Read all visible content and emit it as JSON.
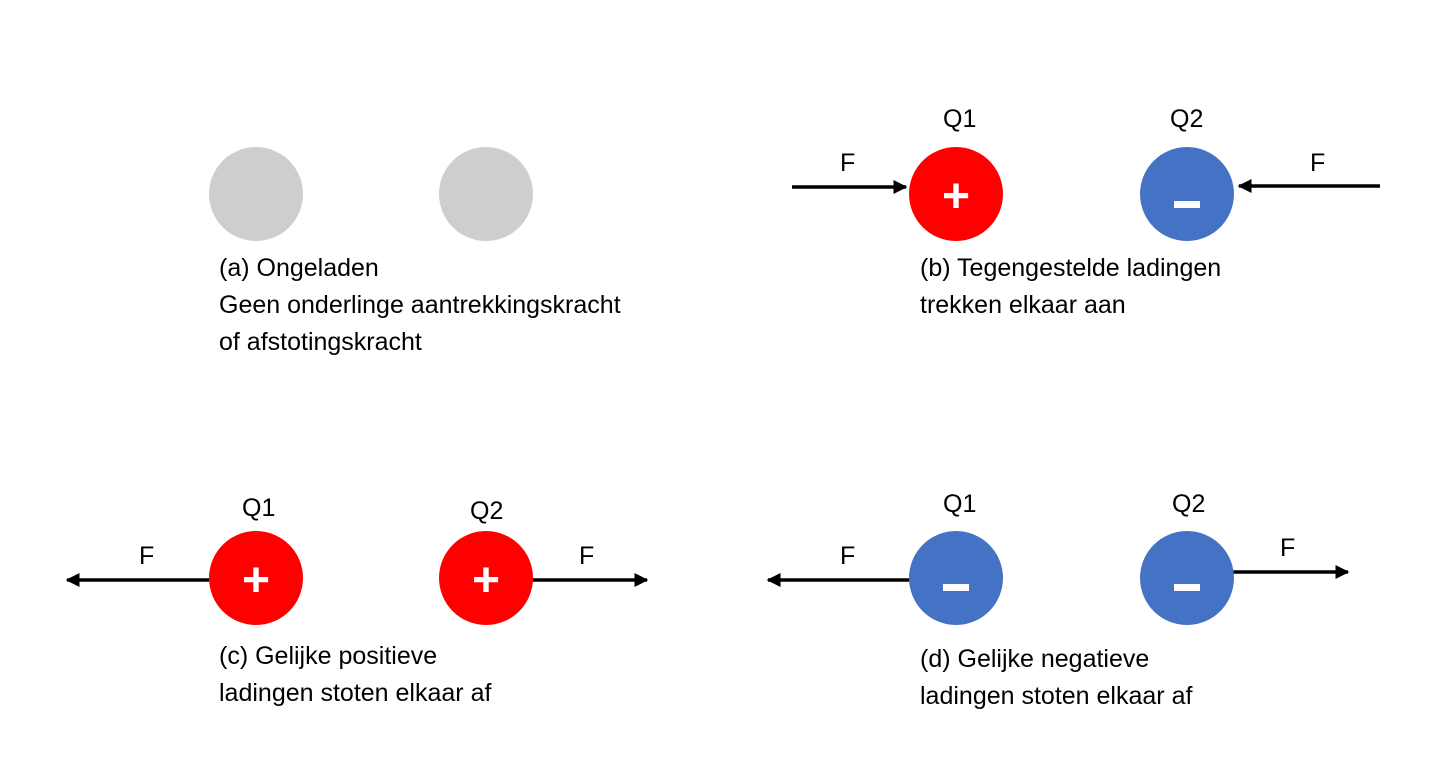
{
  "colors": {
    "neutral": "#cfcdce",
    "positive": "#fe0000",
    "negative": "#4472c4",
    "arrow": "#000000",
    "sign": "#ffffff"
  },
  "panel_a": {
    "caption": [
      "(a)  Ongeladen",
      "Geen onderlinge aantrekkingskracht",
      "of afstotingskracht"
    ]
  },
  "panel_b": {
    "q1_label": "Q1",
    "q2_label": "Q2",
    "q1_sign": "+",
    "q2_sign": "-",
    "force_left": "F",
    "force_right": "F",
    "caption": [
      "(b) Tegengestelde ladingen",
      "trekken elkaar aan"
    ]
  },
  "panel_c": {
    "q1_label": "Q1",
    "q2_label": "Q2",
    "q1_sign": "+",
    "q2_sign": "+",
    "force_left": "F",
    "force_right": "F",
    "caption": [
      "(c) Gelijke positieve",
      "ladingen stoten elkaar af"
    ]
  },
  "panel_d": {
    "q1_label": "Q1",
    "q2_label": "Q2",
    "q1_sign": "-",
    "q2_sign": "-",
    "force_left": "F",
    "force_right": "F",
    "caption": [
      "(d) Gelijke negatieve",
      "ladingen stoten elkaar af"
    ]
  }
}
